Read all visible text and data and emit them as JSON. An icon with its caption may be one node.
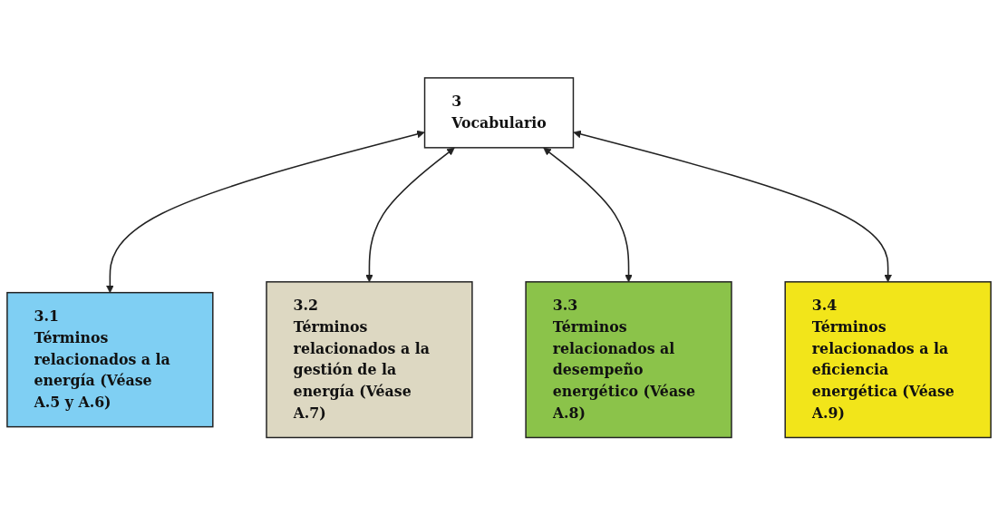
{
  "diagram": {
    "nodes": [
      {
        "text": [
          "3",
          "Vocabulario"
        ]
      },
      {
        "text": [
          "3.1",
          "Términos relacionados a la energía (Véase A.5 y A.6)"
        ]
      },
      {
        "text": [
          "3.2",
          "Términos relacionados a la gestión de la energía (Véase A.7)"
        ]
      },
      {
        "text": [
          "3.3",
          "Términos relacionados al desempeño energético (Véase A.8)"
        ]
      },
      {
        "text": [
          "3.4",
          "Términos relacionados a la eficiencia energética (Véase A.9)"
        ]
      }
    ],
    "edges": [
      {
        "from": 0,
        "to": 1,
        "arrow": "both"
      },
      {
        "from": 0,
        "to": 2,
        "arrow": "both"
      },
      {
        "from": 0,
        "to": 3,
        "arrow": "both"
      },
      {
        "from": 0,
        "to": 4,
        "arrow": "both"
      }
    ]
  }
}
